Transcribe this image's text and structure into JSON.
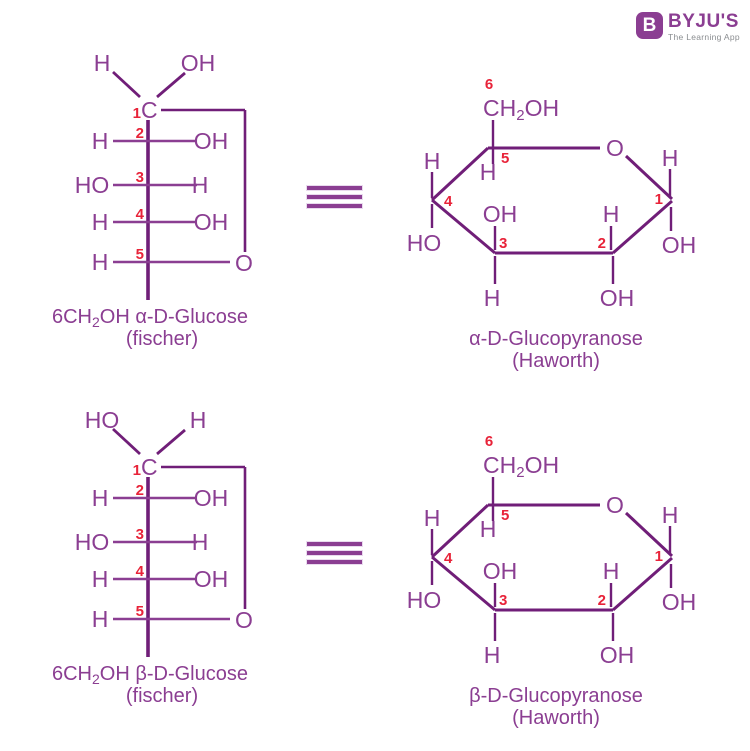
{
  "colors": {
    "purple": "#8b3e92",
    "bond": "#701e78",
    "red": "#e82339",
    "gray": "#8a8d90"
  },
  "logo": {
    "badge": "B",
    "brand": "BYJU'S",
    "tagline": "The Learning App"
  },
  "fischer": [
    {
      "top_left": "H",
      "top_right": "OH",
      "c1": {
        "num": "1",
        "atom": "C"
      },
      "rows": [
        {
          "num": "2",
          "left": "H",
          "right": "OH"
        },
        {
          "num": "3",
          "left": "HO",
          "right": "H"
        },
        {
          "num": "4",
          "left": "H",
          "right": "OH"
        },
        {
          "num": "5",
          "left": "H"
        }
      ],
      "ring_o": "O",
      "caption": {
        "pre": "6CH",
        "sub": "2",
        "post": "OH α-D-Glucose"
      },
      "subcaption": "(fischer)"
    },
    {
      "top_left": "HO",
      "top_right": "H",
      "c1": {
        "num": "1",
        "atom": "C"
      },
      "rows": [
        {
          "num": "2",
          "left": "H",
          "right": "OH"
        },
        {
          "num": "3",
          "left": "HO",
          "right": "H"
        },
        {
          "num": "4",
          "left": "H",
          "right": "OH"
        },
        {
          "num": "5",
          "left": "H"
        }
      ],
      "ring_o": "O",
      "caption": {
        "pre": "6CH",
        "sub": "2",
        "post": "OH β-D-Glucose"
      },
      "subcaption": "(fischer)"
    }
  ],
  "haworth": [
    {
      "c6": {
        "num": "6",
        "pre": "CH",
        "sub": "2",
        "post": "OH"
      },
      "ring_o": "O",
      "c5": {
        "num": "5",
        "down": "H"
      },
      "c4": {
        "num": "4",
        "up": "H",
        "down": "HO"
      },
      "c3": {
        "num": "3",
        "up": "OH",
        "down": "H"
      },
      "c2": {
        "num": "2",
        "up": "H",
        "down": "OH"
      },
      "c1": {
        "num": "1",
        "up": "H",
        "down": "OH"
      },
      "caption": "α-D-Glucopyranose",
      "subcaption": "(Haworth)"
    },
    {
      "c6": {
        "num": "6",
        "pre": "CH",
        "sub": "2",
        "post": "OH"
      },
      "ring_o": "O",
      "c5": {
        "num": "5",
        "down": "H"
      },
      "c4": {
        "num": "4",
        "up": "H",
        "down": "HO"
      },
      "c3": {
        "num": "3",
        "up": "OH",
        "down": "H"
      },
      "c2": {
        "num": "2",
        "up": "H",
        "down": "OH"
      },
      "c1": {
        "num": "1",
        "up": "H",
        "down": "OH"
      },
      "caption": "β-D-Glucopyranose",
      "subcaption": "(Haworth)"
    }
  ]
}
